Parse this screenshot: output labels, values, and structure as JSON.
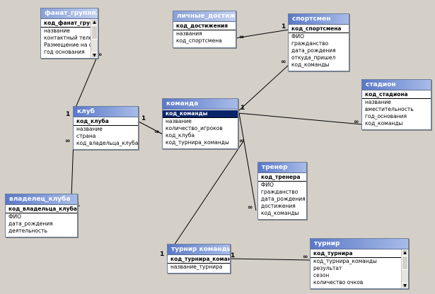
{
  "tables": {
    "fanat": {
      "title": "фанат_группп...",
      "fields": [
        "код_фанат_группп",
        "название",
        "контактный телеф",
        "Размещение на ст",
        "год основания"
      ]
    },
    "klub": {
      "title": "клуб",
      "fields": [
        "код_клуба",
        "название",
        "страна",
        "код_владельца_клуба"
      ]
    },
    "vladelec": {
      "title": "владелец_клуба",
      "fields": [
        "код_владельца_клуба",
        "ФИО",
        "дата_рождения",
        "деятельность"
      ]
    },
    "lichnye": {
      "title": "личные_достиже...",
      "fields": [
        "код_достижения",
        "названия",
        "код_спортсмена"
      ]
    },
    "sportsmen": {
      "title": "спортсмен",
      "fields": [
        "код_спортсмена",
        "ФИО",
        "гражданство",
        "дата_рождения",
        "откуда_пришел",
        "код_команды"
      ]
    },
    "komanda": {
      "title": "команда",
      "fields": [
        "код_команды",
        "название",
        "количество_игроков",
        "код_клуба",
        "код_турнира_команды"
      ]
    },
    "stadion": {
      "title": "стадион",
      "fields": [
        "код_стадиона",
        "название",
        "вместительность",
        "год_основания",
        "код_команды"
      ]
    },
    "trener": {
      "title": "тренер",
      "fields": [
        "код_тренера",
        "ФИО",
        "гражданство",
        "дата_рождения",
        "достижения",
        "код_команды"
      ]
    },
    "turnir_komandy": {
      "title": "турнир команды",
      "fields": [
        "код_турнира_команд",
        "название_турнира"
      ]
    },
    "turnir": {
      "title": "турнир",
      "fields": [
        "код_турнира",
        "код_турнира_команды",
        "результат",
        "сезон",
        "количество очков"
      ]
    }
  },
  "relations": {
    "one": "1",
    "many": "∞"
  }
}
